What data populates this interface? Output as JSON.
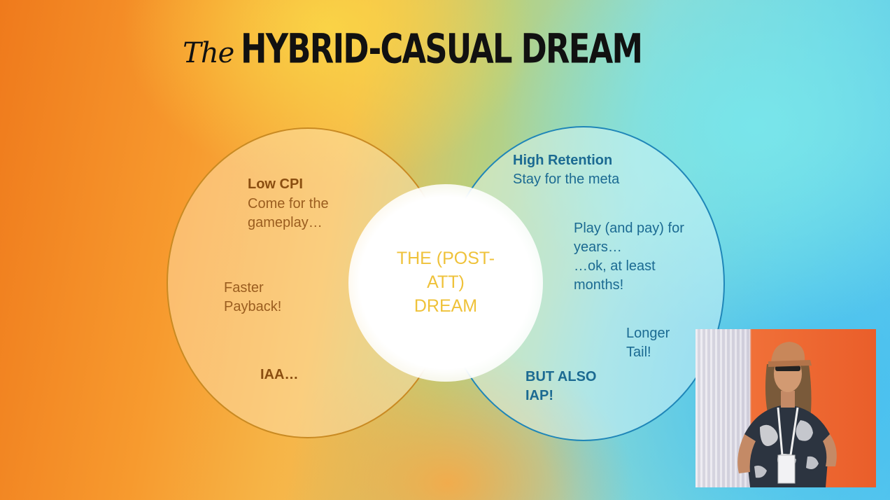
{
  "slide": {
    "title_prefix": "The",
    "title_main": "HYBRID-CASUAL DREAM",
    "left_circle": {
      "heading": "Low CPI",
      "body_lines": [
        "Come for the",
        "gameplay…"
      ],
      "faster_lines": [
        "Faster",
        "Payback!"
      ],
      "bottom_label": "IAA…"
    },
    "right_circle": {
      "heading": "High Retention",
      "subheading": "Stay for the meta",
      "body_lines": [
        "Play (and pay) for",
        "years…",
        "…ok, at least",
        "months!"
      ],
      "tail_lines": [
        "Longer",
        "Tail!"
      ],
      "bottom_lines": [
        "BUT ALSO",
        "IAP!"
      ]
    },
    "center_lines": [
      "THE (POST-",
      "ATT)",
      "DREAM"
    ]
  },
  "colors": {
    "left_accent": "#c98a22",
    "right_accent": "#1f86b8",
    "center_text": "#efc23a"
  }
}
